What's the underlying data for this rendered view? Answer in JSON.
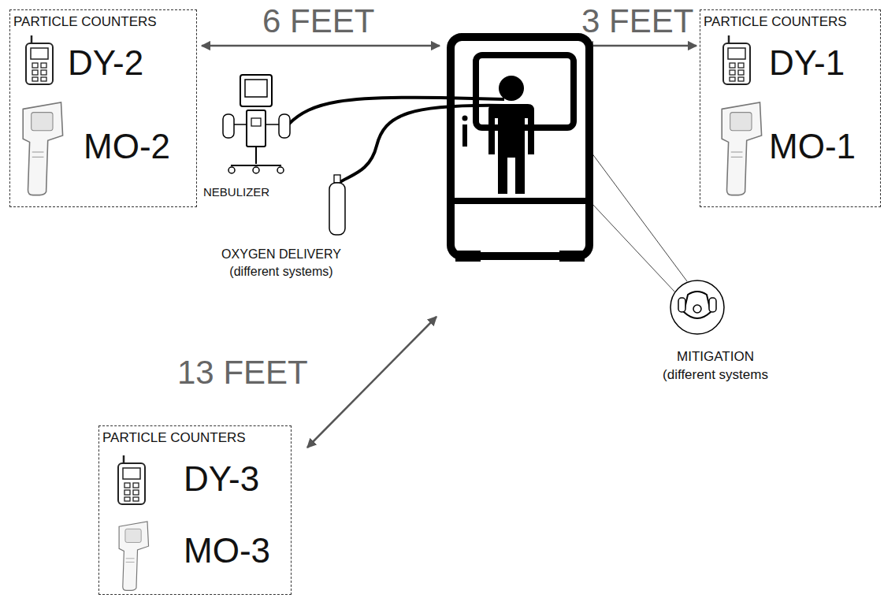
{
  "diagram": {
    "nodes": [
      {
        "text": [
          "PARTICLE COUNTERS",
          "DY-2",
          "MO-2"
        ]
      },
      {
        "text": [
          "PARTICLE COUNTERS",
          "DY-1",
          "MO-1"
        ]
      },
      {
        "text": [
          "PARTICLE COUNTERS",
          "DY-3",
          "MO-3"
        ]
      }
    ],
    "labels": [
      "6 FEET",
      "3 FEET",
      "13 FEET",
      "NEBULIZER",
      "OXYGEN DELIVERY (different systems)",
      "MITIGATION (different systems"
    ]
  }
}
